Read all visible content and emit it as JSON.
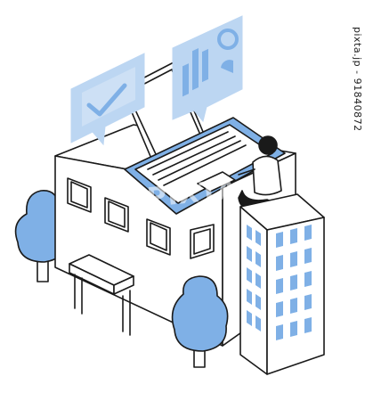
{
  "illustration": {
    "subject": "isometric office building with laptop, worker and chat bubbles",
    "colors": {
      "line": "#1a1a1a",
      "accent": "#7fb0e6",
      "accent_light": "#bcd6f2",
      "background": "#ffffff"
    },
    "icons": [
      "check-bubble-icon",
      "chart-bubble-icon",
      "laptop",
      "person",
      "tree",
      "tower-building"
    ]
  },
  "side_id": "pixta.jp - 91840872",
  "watermark": "PIXTA"
}
